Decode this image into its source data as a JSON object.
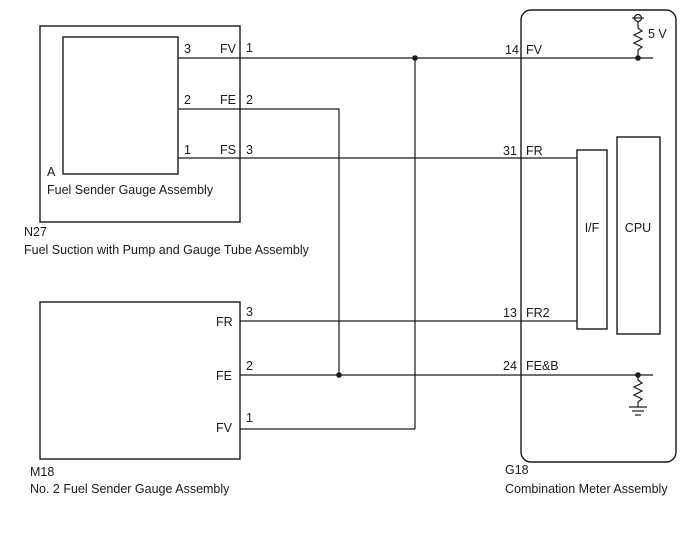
{
  "n27": {
    "connector": "N27",
    "name": "Fuel Suction with Pump and Gauge Tube Assembly",
    "sub_label": "A",
    "sub_name": "Fuel Sender Gauge Assembly",
    "pins": [
      {
        "inner": "3",
        "signal": "FV",
        "outer": "1"
      },
      {
        "inner": "2",
        "signal": "FE",
        "outer": "2"
      },
      {
        "inner": "1",
        "signal": "FS",
        "outer": "3"
      }
    ]
  },
  "m18": {
    "connector": "M18",
    "name": "No. 2 Fuel Sender Gauge Assembly",
    "pins": [
      {
        "signal": "FR",
        "pin": "3"
      },
      {
        "signal": "FE",
        "pin": "2"
      },
      {
        "signal": "FV",
        "pin": "1"
      }
    ]
  },
  "g18": {
    "connector": "G18",
    "name": "Combination Meter Assembly",
    "supply": "5 V",
    "interface": "I/F",
    "cpu": "CPU",
    "pins": [
      {
        "pin": "14",
        "signal": "FV"
      },
      {
        "pin": "31",
        "signal": "FR"
      },
      {
        "pin": "13",
        "signal": "FR2"
      },
      {
        "pin": "24",
        "signal": "FE&B"
      }
    ]
  }
}
